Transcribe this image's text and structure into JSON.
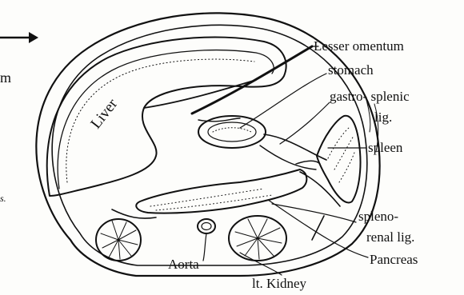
{
  "labels": {
    "lesser_omentum": "Lesser omentum",
    "stomach": "stomach",
    "gastro_splenic_1": "gastro- splenic",
    "gastro_splenic_2": "lig.",
    "spleen": "spleen",
    "spleno_renal_1": "spleno-",
    "spleno_renal_2": "renal lig.",
    "pancreas": "Pancreas",
    "aorta": "Aorta",
    "kidney": "lt. Kidney",
    "liver": "Liver",
    "left_partial_m": "m",
    "left_partial_s": "s."
  }
}
